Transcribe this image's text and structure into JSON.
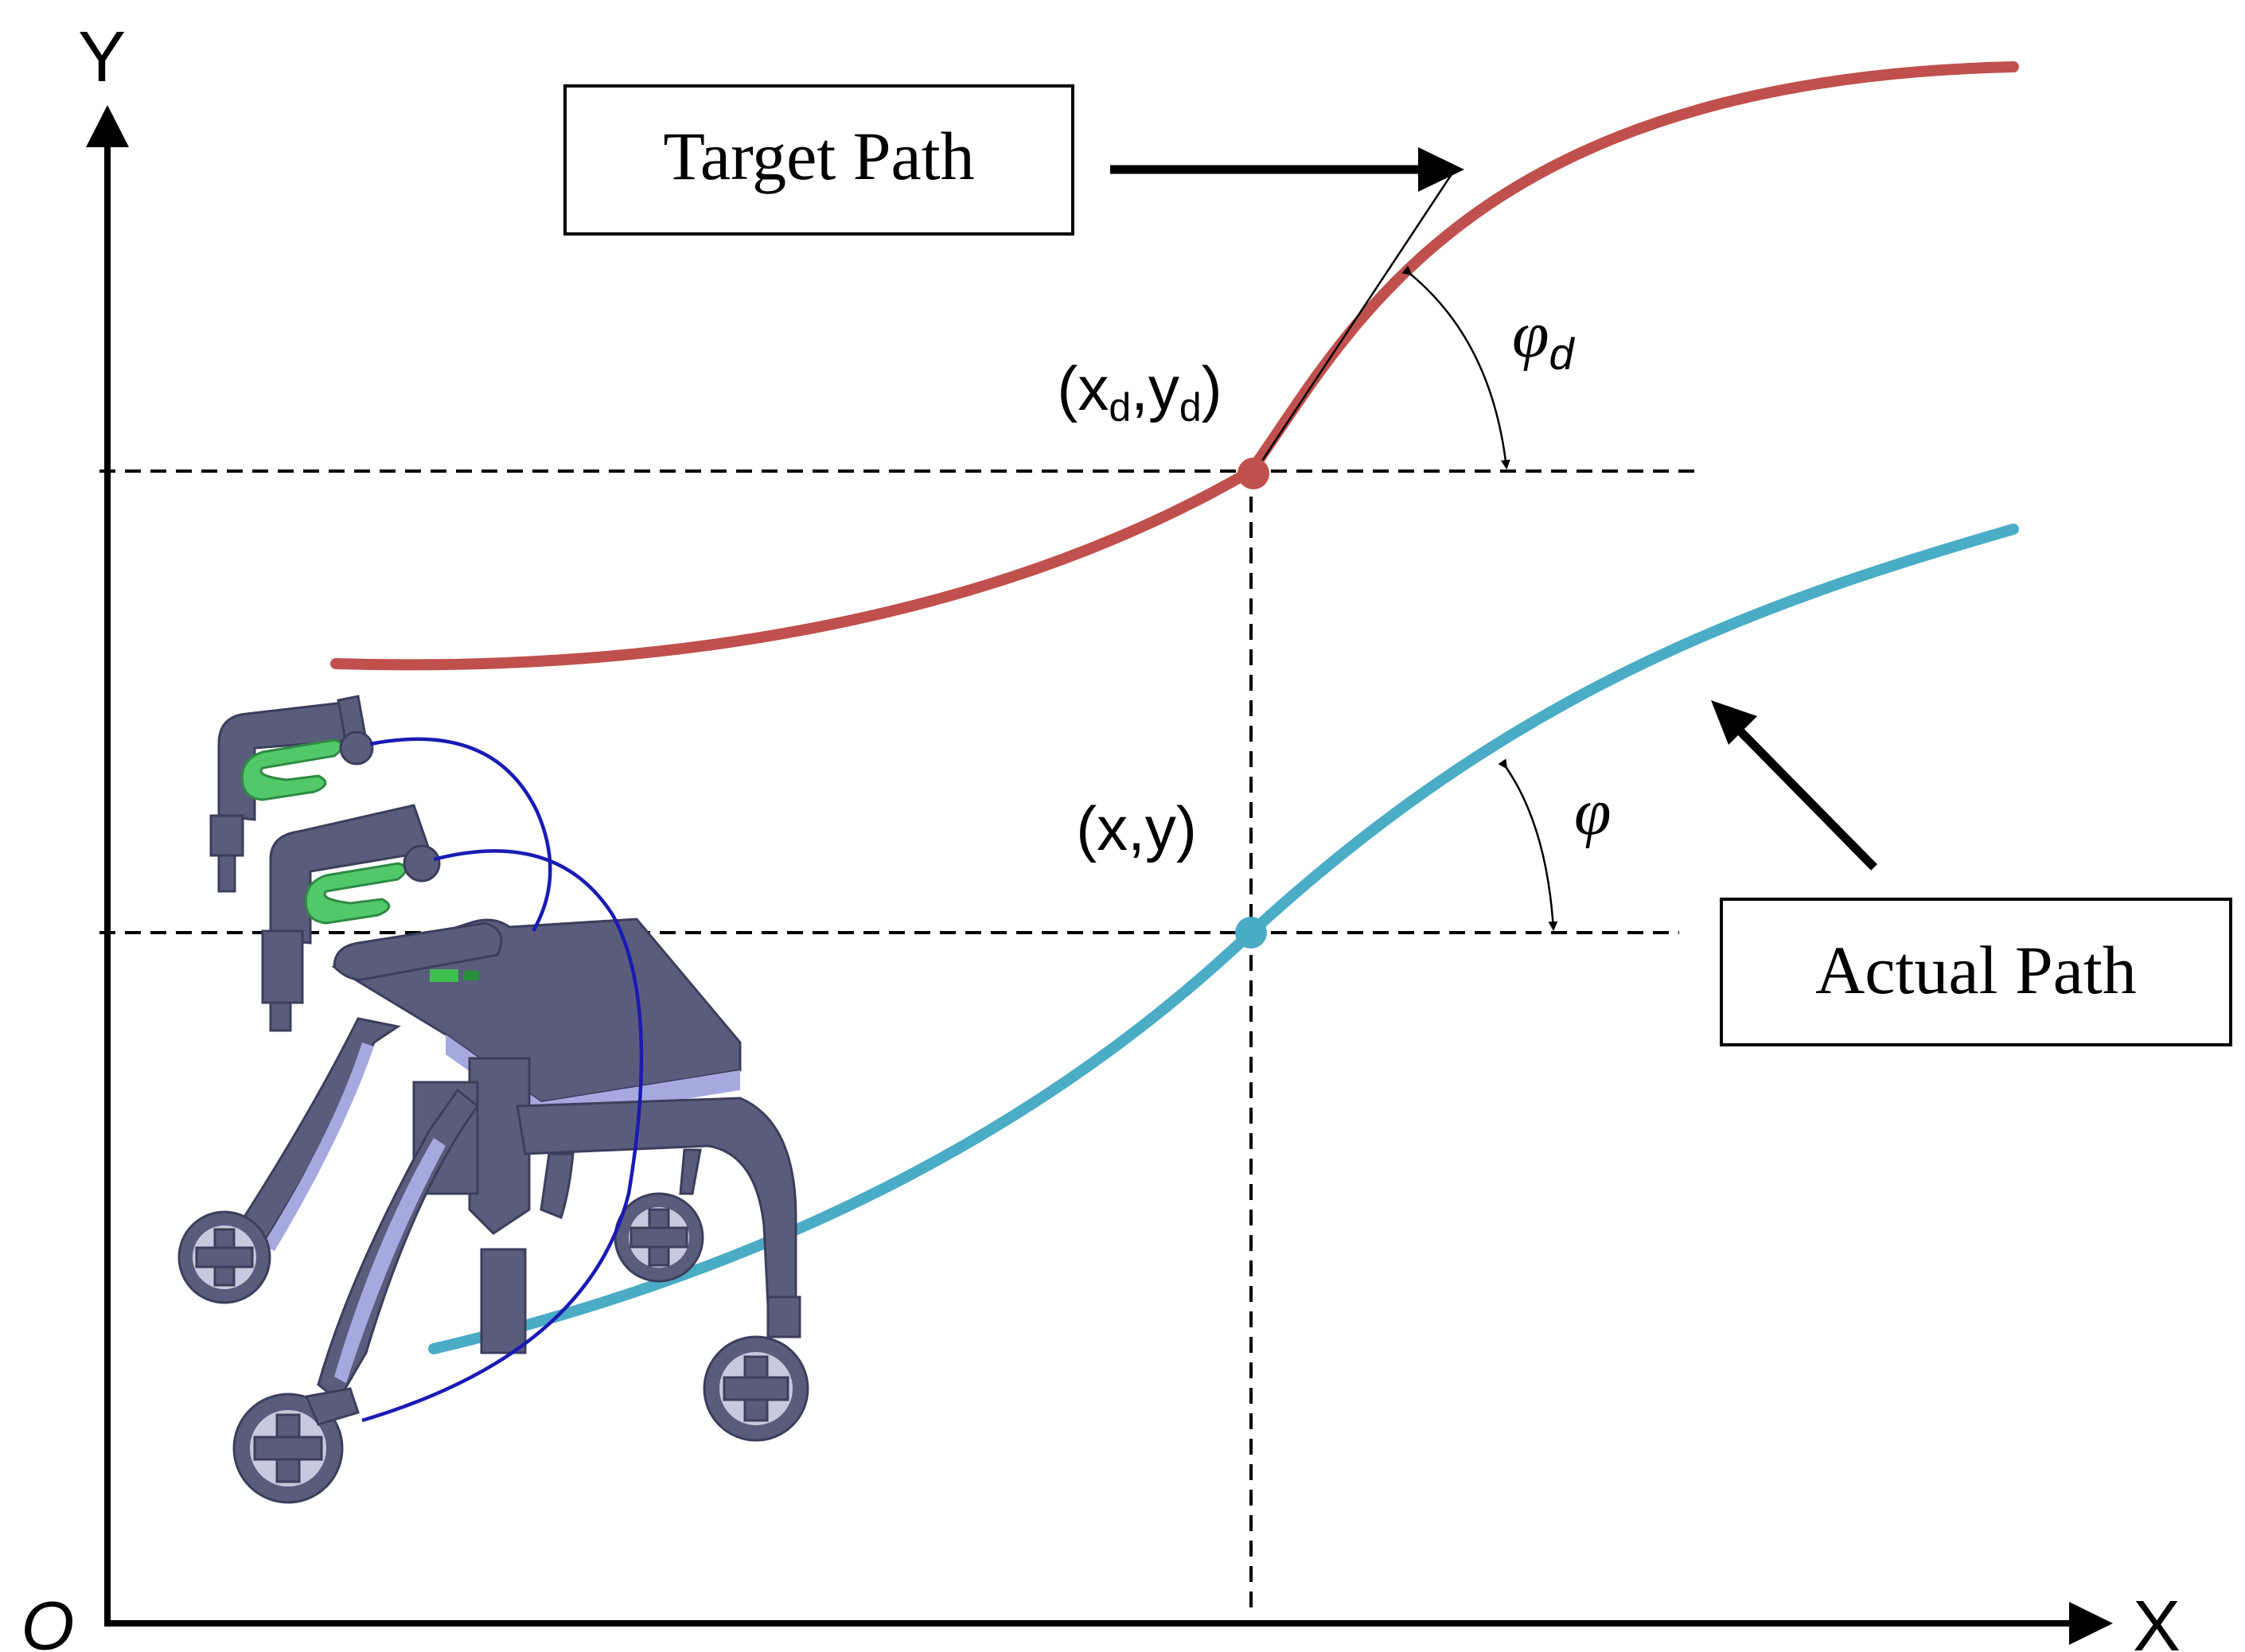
{
  "axes": {
    "y_label": "Y",
    "x_label": "X",
    "origin_label": "O"
  },
  "paths": {
    "target": {
      "label": "Target Path",
      "color": "#c0504d"
    },
    "actual": {
      "label": "Actual Path",
      "color": "#4bacc6"
    }
  },
  "points": {
    "desired": {
      "label_x": "x",
      "label_x_sub": "d",
      "label_y": "y",
      "label_y_sub": "d"
    },
    "actual": {
      "label": "(x,y)"
    }
  },
  "angles": {
    "desired": {
      "symbol": "φ",
      "subscript": "d"
    },
    "actual": {
      "symbol": "φ"
    }
  },
  "walker": {
    "icon": "rollator-walker-icon",
    "body_color": "#5a5c7c",
    "highlight_color": "#a6a9e0",
    "handle_grip_color": "#52c86a",
    "cable_color": "#1a1ab4"
  }
}
